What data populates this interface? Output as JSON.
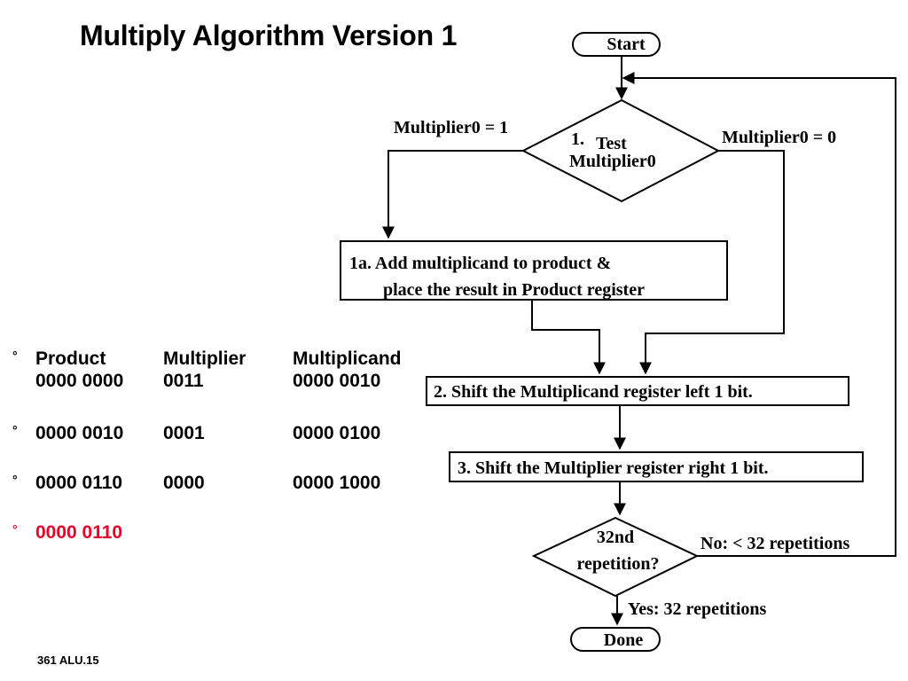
{
  "title": "Multiply Algorithm Version 1",
  "footer": "361 ALU.15",
  "colors": {
    "highlight": "#e8002a"
  },
  "flowchart": {
    "start": "Start",
    "test_num": "1.",
    "test_line1": "Test",
    "test_line2": "Multiplier0",
    "branch_one": "Multiplier0 = 1",
    "branch_zero": "Multiplier0 = 0",
    "step1a_line1": "1a. Add multiplicand to product &",
    "step1a_line2": "place the result in Product register",
    "step2": "2. Shift the Multiplicand register left 1 bit.",
    "step3": "3. Shift the Multiplier register right 1 bit.",
    "check_line1": "32nd",
    "check_line2": "repetition?",
    "no_label": "No: < 32 repetitions",
    "yes_label": "Yes: 32 repetitions",
    "done": "Done"
  },
  "table": {
    "bullet": "°",
    "headers": [
      "Product",
      "Multiplier",
      "Multiplicand"
    ],
    "rows": [
      [
        "0000 0000",
        "0011",
        "0000 0010"
      ],
      [
        "0000 0010",
        "0001",
        "0000 0100"
      ],
      [
        "0000 0110",
        "0000",
        "0000 1000"
      ],
      [
        "0000 0110",
        "",
        ""
      ]
    ]
  }
}
